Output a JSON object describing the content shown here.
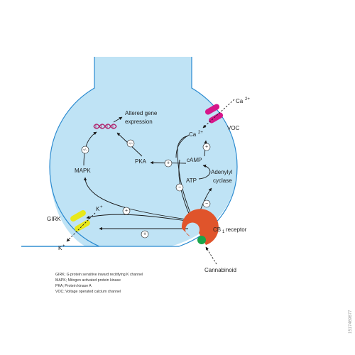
{
  "labels": {
    "altered_gene_line1": "Altered gene",
    "altered_gene_line2": "expression",
    "mapk": "MAPK",
    "pka": "PKA",
    "camp": "cAMP",
    "atp": "ATP",
    "adenylyl_line1": "Adenylyl",
    "adenylyl_line2": "cyclase",
    "ca_inner": "Ca",
    "ca_outer": "Ca",
    "ca_superscript": "2+",
    "voc": "VOC",
    "girk": "GIRK",
    "k_inner": "K",
    "k_outer": "K",
    "k_superscript": "+",
    "cb_receptor": "CB",
    "cb_subscript": "1",
    "receptor_word": "receptor",
    "cannabinoid": "Cannabinoid"
  },
  "signs": {
    "plus": "+",
    "minus": "−",
    "plus_minus": "+/−"
  },
  "legend": [
    "GIRK; G protein sensitive inward recitifying K channel",
    "MAPK; Mitogen activated protein kinase",
    "PKA; Protein kinase A",
    "VOC; Voltage operated calcium channel"
  ],
  "watermark": "1517469677",
  "colors": {
    "cell_fill": "#bfe3f5",
    "cell_stroke": "#2a8ad0",
    "voc_channel": "#d6178a",
    "girk_channel": "#e8e81a",
    "receptor": "#e0542b",
    "cannabinoid_ligand": "#1aa64a",
    "dna": "#b0266e"
  }
}
